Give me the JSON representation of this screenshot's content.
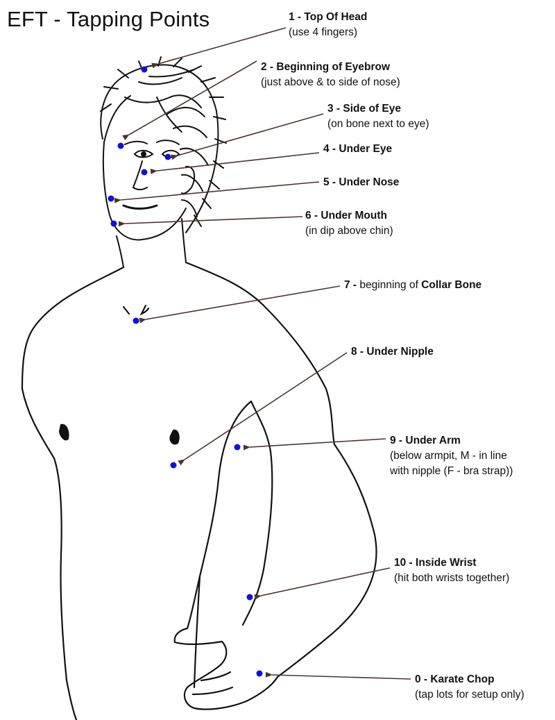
{
  "title": "EFT - Tapping Points",
  "colors": {
    "dot": "#1010dd",
    "arrow": "#4a3430",
    "ink": "#111111"
  },
  "points": [
    {
      "num": "1 -",
      "pre": "",
      "bold": "Top Of Head",
      "note": "(use 4 fingers)"
    },
    {
      "num": "2 -",
      "pre": "",
      "bold": "Beginning of Eyebrow",
      "note": "(just above & to side of nose)"
    },
    {
      "num": "3 -",
      "pre": "",
      "bold": "Side of Eye",
      "note": "(on bone next to eye)"
    },
    {
      "num": "4 -",
      "pre": "",
      "bold": "Under Eye",
      "note": ""
    },
    {
      "num": "5 -",
      "pre": "",
      "bold": "Under Nose",
      "note": ""
    },
    {
      "num": "6 -",
      "pre": "",
      "bold": "Under Mouth",
      "note": "(in dip above chin)"
    },
    {
      "num": "7 -",
      "pre": "beginning of",
      "bold": "Collar Bone",
      "note": ""
    },
    {
      "num": "8 -",
      "pre": "",
      "bold": "Under Nipple",
      "note": ""
    },
    {
      "num": "9 -",
      "pre": "",
      "bold": "Under Arm",
      "note": "(below armpit, M - in line",
      "note2": "with nipple (F - bra strap))"
    },
    {
      "num": "10 -",
      "pre": "",
      "bold": "Inside Wrist",
      "note": "(hit both wrists together)"
    },
    {
      "num": "0 -",
      "pre": "",
      "bold": "Karate Chop",
      "note": "(tap lots for setup only)"
    }
  ]
}
